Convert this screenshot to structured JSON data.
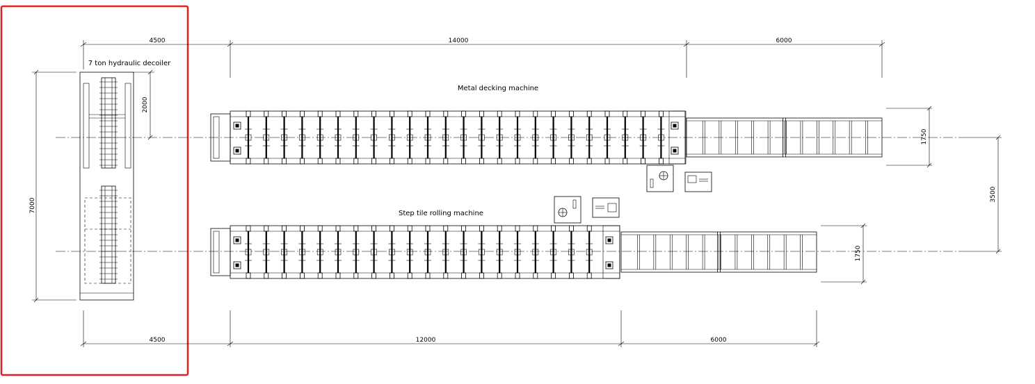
{
  "highlight_color": "#e02020",
  "labels": {
    "decoiler": "7 ton hydraulic decoiler",
    "metal_decking": "Metal decking machine",
    "step_tile": "Step tile rolling machine"
  },
  "dimensions": {
    "top_left": "4500",
    "top_mid": "14000",
    "top_right": "6000",
    "bottom_left": "4500",
    "bottom_mid": "12000",
    "bottom_right": "6000",
    "left_height": "7000",
    "decoiler_offset": "2000",
    "upper_width": "1750",
    "lower_width": "1750",
    "spacing": "3500"
  }
}
